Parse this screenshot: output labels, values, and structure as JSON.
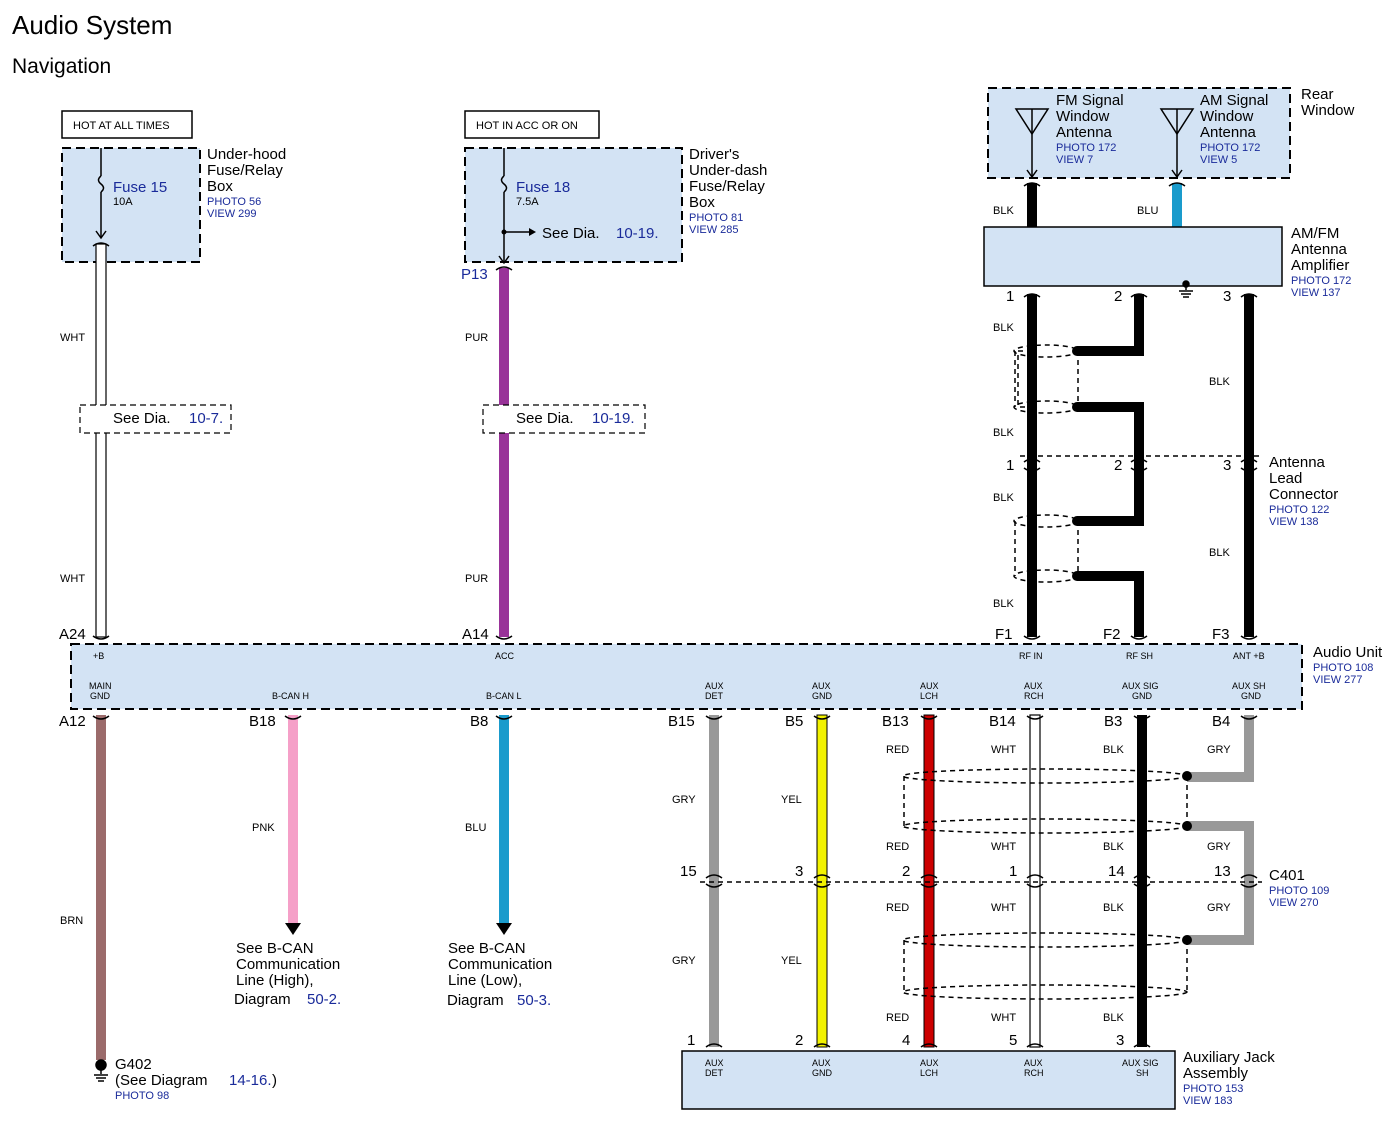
{
  "title": "Audio System",
  "subtitle": "Navigation",
  "power": {
    "hot_all_times": "HOT AT ALL TIMES",
    "hot_acc": "HOT IN ACC OR ON"
  },
  "fuse15": {
    "name": "Fuse 15",
    "rating": "10A",
    "box_lines": [
      "Under-hood",
      "Fuse/Relay",
      "Box"
    ],
    "photo": "PHOTO 56",
    "view": "VIEW 299",
    "see_prefix": "See  Dia.",
    "see_ref": "10-7."
  },
  "fuse18": {
    "name": "Fuse 18",
    "rating": "7.5A",
    "box_lines": [
      "Driver's",
      "Under-dash",
      "Fuse/Relay",
      "Box"
    ],
    "photo": "PHOTO 81",
    "view": "VIEW 285",
    "branch_prefix": "See  Dia.",
    "branch_ref": "10-19.",
    "see_prefix": "See  Dia.",
    "see_ref": "10-19.",
    "pin": "P13"
  },
  "rear_window": {
    "label_lines": [
      "Rear",
      "Window"
    ],
    "fm": {
      "lines": [
        "FM Signal",
        "Window",
        "Antenna"
      ],
      "photo": "PHOTO 172",
      "view": "VIEW 7"
    },
    "am": {
      "lines": [
        "AM Signal",
        "Window",
        "Antenna"
      ],
      "photo": "PHOTO 172",
      "view": "VIEW 5"
    }
  },
  "amplifier": {
    "lines": [
      "AM/FM",
      "Antenna",
      "Amplifier"
    ],
    "photo": "PHOTO 172",
    "view": "VIEW 137",
    "pins": [
      "1",
      "2",
      "3"
    ]
  },
  "antenna_lead": {
    "lines": [
      "Antenna",
      "Lead",
      "Connector"
    ],
    "photo": "PHOTO 122",
    "view": "VIEW 138",
    "pins": [
      "1",
      "2",
      "3"
    ]
  },
  "audio_unit": {
    "lines": [
      "Audio Unit"
    ],
    "photo": "PHOTO 108",
    "view": "VIEW 277",
    "top_pins": [
      {
        "pin": "A24",
        "name": "+B"
      },
      {
        "pin": "A14",
        "name": "ACC"
      },
      {
        "pin": "F1",
        "name": "RF IN"
      },
      {
        "pin": "F2",
        "name": "RF SH"
      },
      {
        "pin": "F3",
        "name": "ANT +B"
      }
    ],
    "bottom_pins": [
      {
        "pin": "A12",
        "name": [
          "MAIN",
          "GND"
        ]
      },
      {
        "pin": "B18",
        "name": [
          "B-CAN H"
        ]
      },
      {
        "pin": "B8",
        "name": [
          "B-CAN L"
        ]
      },
      {
        "pin": "B15",
        "name": [
          "AUX",
          "DET"
        ]
      },
      {
        "pin": "B5",
        "name": [
          "AUX",
          "GND"
        ]
      },
      {
        "pin": "B13",
        "name": [
          "AUX",
          "LCH"
        ]
      },
      {
        "pin": "B14",
        "name": [
          "AUX",
          "RCH"
        ]
      },
      {
        "pin": "B3",
        "name": [
          "AUX SIG",
          "GND"
        ]
      },
      {
        "pin": "B4",
        "name": [
          "AUX SH",
          "GND"
        ]
      }
    ]
  },
  "c401": {
    "name": "C401",
    "photo": "PHOTO 109",
    "view": "VIEW 270",
    "pins": [
      "15",
      "3",
      "2",
      "1",
      "14",
      "13"
    ]
  },
  "aux_jack": {
    "lines": [
      "Auxiliary Jack",
      "Assembly"
    ],
    "photo": "PHOTO 153",
    "view": "VIEW 183",
    "pins": [
      {
        "pin": "1",
        "name": [
          "AUX",
          "DET"
        ]
      },
      {
        "pin": "2",
        "name": [
          "AUX",
          "GND"
        ]
      },
      {
        "pin": "4",
        "name": [
          "AUX",
          "LCH"
        ]
      },
      {
        "pin": "5",
        "name": [
          "AUX",
          "RCH"
        ]
      },
      {
        "pin": "3",
        "name": [
          "AUX SIG",
          "SH"
        ]
      }
    ]
  },
  "wire_colors": {
    "WHT": "#ffffff",
    "PUR": "#993399",
    "BLK": "#000000",
    "BLU": "#1a9bcc",
    "BRN": "#9b6b6b",
    "PNK": "#f5a0c8",
    "GRY": "#999999",
    "YEL": "#f2f200",
    "RED": "#cc0000"
  },
  "wire_labels": {
    "wht": "WHT",
    "pur": "PUR",
    "blk": "BLK",
    "blu": "BLU",
    "brn": "BRN",
    "pnk": "PNK",
    "gry": "GRY",
    "yel": "YEL",
    "red": "RED"
  },
  "bcan_high": {
    "lines": [
      "See B-CAN",
      "Communication",
      "Line (High),"
    ],
    "diagram_prefix": "Diagram",
    "diagram_ref": "50-2."
  },
  "bcan_low": {
    "lines": [
      "See B-CAN",
      "Communication",
      "Line (Low),"
    ],
    "diagram_prefix": "Diagram",
    "diagram_ref": "50-3."
  },
  "ground": {
    "name": "G402",
    "see_prefix": "(See  Diagram",
    "see_ref": "14-16.",
    "see_suffix": ")",
    "photo": "PHOTO 98"
  }
}
